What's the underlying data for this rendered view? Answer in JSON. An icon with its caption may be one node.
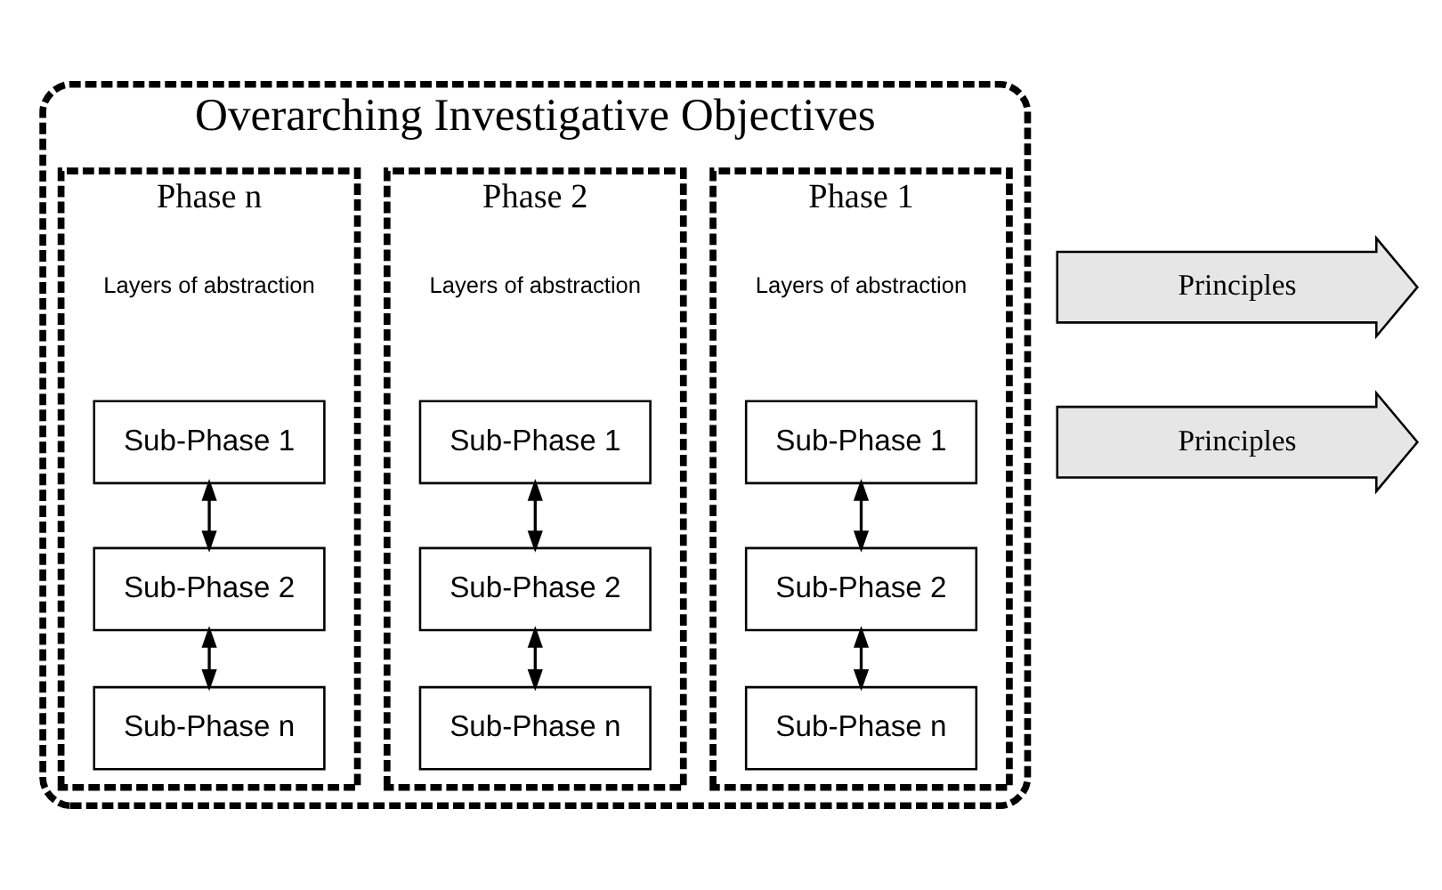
{
  "diagram": {
    "nodes": [
      {
        "text": [
          "Overarching Investigative Objectives"
        ]
      },
      {
        "text": [
          "Phase 1"
        ],
        "in": 0
      },
      {
        "text": [
          "Sub-Phase 1"
        ],
        "in": 1
      },
      {
        "text": [
          "Sub-Phase 2"
        ],
        "in": 1
      },
      {
        "text": [
          "Sub-Phase n"
        ],
        "in": 1
      },
      {
        "text": [
          "Phase 2"
        ],
        "in": 0
      },
      {
        "text": [
          "Sub-Phase 1"
        ],
        "in": 5
      },
      {
        "text": [
          "Sub-Phase 2"
        ],
        "in": 5
      },
      {
        "text": [
          "Sub-Phase n"
        ],
        "in": 5
      },
      {
        "text": [
          "Phase n"
        ],
        "in": 0
      },
      {
        "text": [
          "Sub-Phase 1"
        ],
        "in": 9
      },
      {
        "text": [
          "Sub-Phase 2"
        ],
        "in": 9
      },
      {
        "text": [
          "Sub-Phase n"
        ],
        "in": 9
      },
      {
        "text": [
          "Principles"
        ]
      },
      {
        "text": [
          "Principles"
        ]
      }
    ],
    "edges": [
      {
        "from": 2,
        "to": 3,
        "arrow": "both"
      },
      {
        "from": 3,
        "to": 4,
        "arrow": "both"
      },
      {
        "from": 6,
        "to": 7,
        "arrow": "both"
      },
      {
        "from": 7,
        "to": 8,
        "arrow": "both"
      },
      {
        "from": 10,
        "to": 11,
        "arrow": "both"
      },
      {
        "from": 11,
        "to": 12,
        "arrow": "both"
      }
    ],
    "labels": [
      "Layers of abstraction",
      "Layers of abstraction",
      "Layers of abstraction"
    ]
  }
}
